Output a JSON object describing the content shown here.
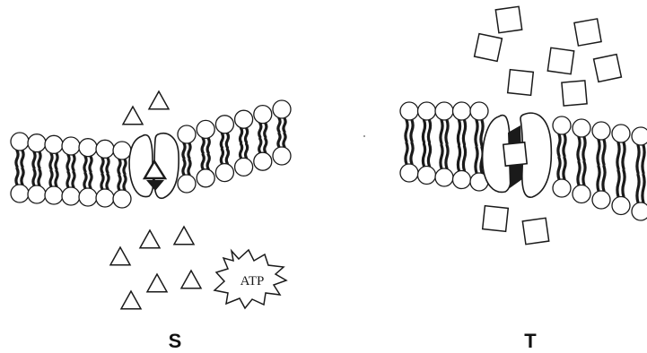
{
  "panels": [
    {
      "label": "S",
      "energy_source": "ATP"
    },
    {
      "label": "T"
    }
  ],
  "colors": {
    "ink": "#1a1a1a",
    "background": "#ffffff"
  }
}
